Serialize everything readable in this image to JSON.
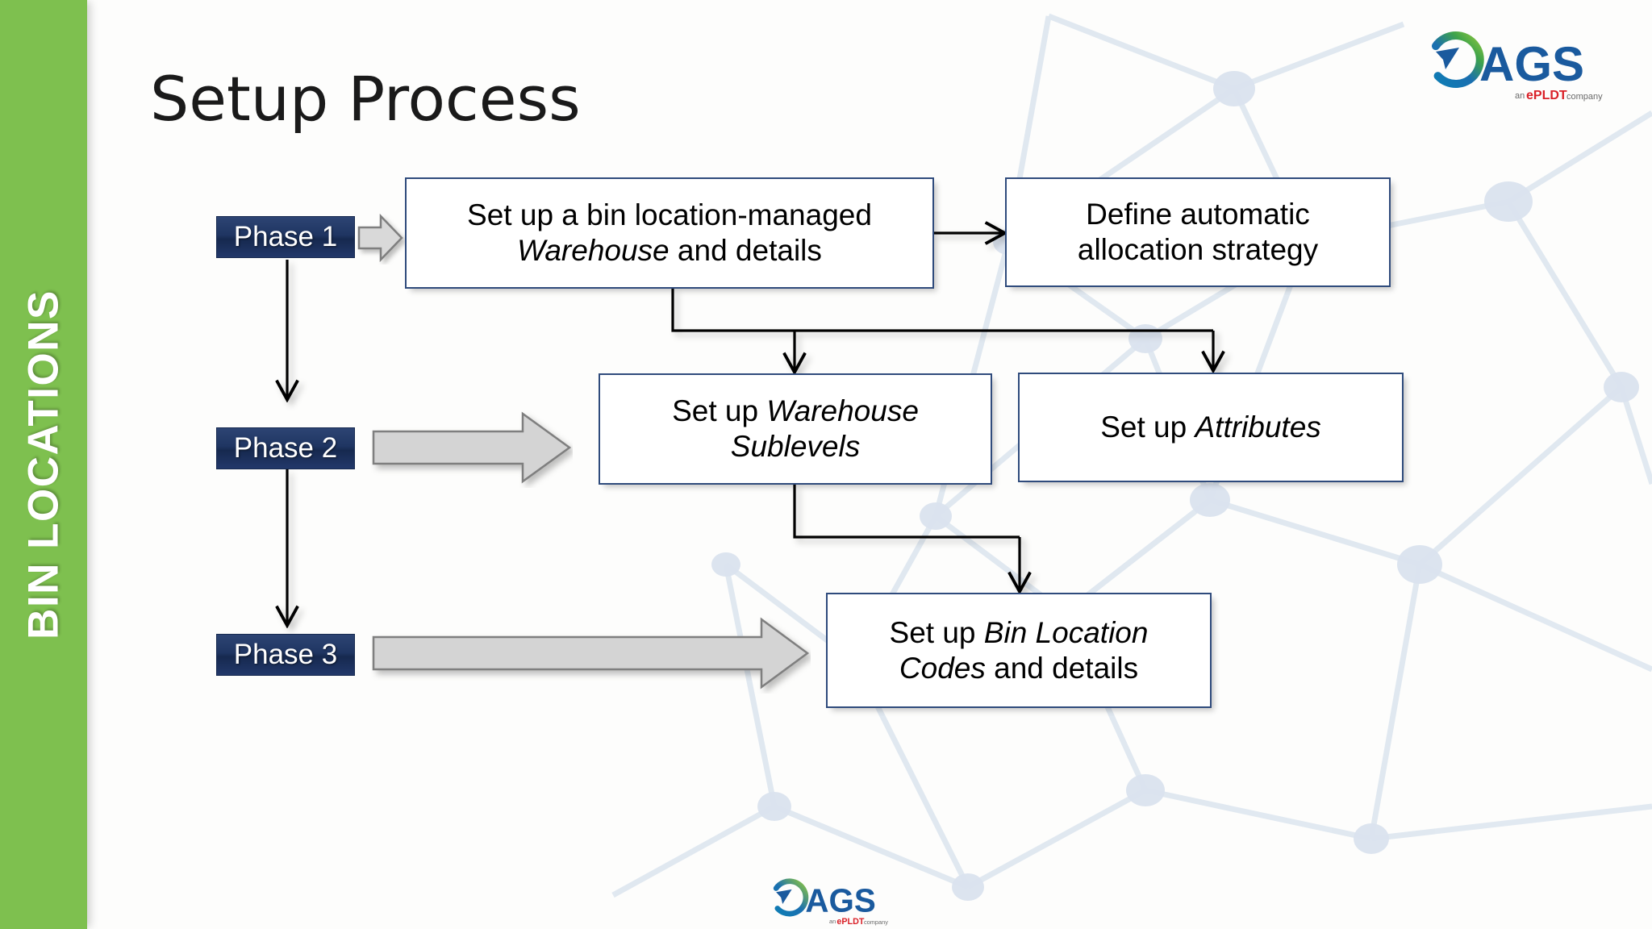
{
  "slide": {
    "title": "Setup Process",
    "sidebar_label": "BIN LOCATIONS",
    "background_color": "#fdfdfc",
    "sidebar_color": "#7ec04f",
    "badge_color": "#1f3562",
    "box_border_color": "#2f4b7c",
    "arrow_fill_color": "#d4d4d4"
  },
  "brand": {
    "name": "AGS",
    "tagline_prefix": "an ",
    "tagline_brand": "ePLDT",
    "tagline_suffix": "company",
    "brand_blue": "#1a5a9e",
    "brand_green": "#7ab648",
    "brand_red": "#d92128"
  },
  "phases": [
    {
      "id": "phase-1",
      "label": "Phase 1"
    },
    {
      "id": "phase-2",
      "label": "Phase 2"
    },
    {
      "id": "phase-3",
      "label": "Phase 3"
    }
  ],
  "boxes": [
    {
      "id": "box-warehouse",
      "line1_pre": "Set up a bin location-managed",
      "line2_italic": "Warehouse",
      "line2_post": " and details"
    },
    {
      "id": "box-allocation",
      "line1_pre": "Define automatic",
      "line2_post": "allocation strategy"
    },
    {
      "id": "box-sublevels",
      "line1_pre": "Set up ",
      "line1_italic": "Warehouse",
      "line2_italic": "Sublevels"
    },
    {
      "id": "box-attributes",
      "line1_pre": "Set up ",
      "line1_italic": "Attributes"
    },
    {
      "id": "box-bin-codes",
      "line1_pre": "Set up ",
      "line1_italic": "Bin Location",
      "line2_italic": "Codes",
      "line2_post": " and details"
    }
  ],
  "chart_data": {
    "type": "diagram",
    "diagram_kind": "flowchart",
    "title": "Setup Process",
    "swimlanes": [
      "Phase 1",
      "Phase 2",
      "Phase 3"
    ],
    "nodes": [
      {
        "id": "n1",
        "lane": "Phase 1",
        "text": "Set up a bin location-managed Warehouse and details"
      },
      {
        "id": "n2",
        "lane": "Phase 1",
        "text": "Define automatic allocation strategy"
      },
      {
        "id": "n3",
        "lane": "Phase 2",
        "text": "Set up Warehouse Sublevels"
      },
      {
        "id": "n4",
        "lane": "Phase 2",
        "text": "Set up Attributes"
      },
      {
        "id": "n5",
        "lane": "Phase 3",
        "text": "Set up Bin Location Codes and details"
      }
    ],
    "edges": [
      {
        "from": "n1",
        "to": "n2",
        "style": "straight-arrow"
      },
      {
        "from": "n1",
        "to": "n3",
        "style": "elbow-arrow"
      },
      {
        "from": "n1",
        "to": "n4",
        "style": "elbow-arrow"
      },
      {
        "from": "n3",
        "to": "n5",
        "style": "elbow-arrow"
      },
      {
        "from": "Phase 1",
        "to": "Phase 2",
        "style": "vertical-arrow"
      },
      {
        "from": "Phase 2",
        "to": "Phase 3",
        "style": "vertical-arrow"
      },
      {
        "from": "Phase 1",
        "to": "n1",
        "style": "small-block-arrow"
      },
      {
        "from": "Phase 2",
        "to": "n3",
        "style": "block-arrow"
      },
      {
        "from": "Phase 3",
        "to": "n5",
        "style": "long-block-arrow"
      }
    ]
  }
}
